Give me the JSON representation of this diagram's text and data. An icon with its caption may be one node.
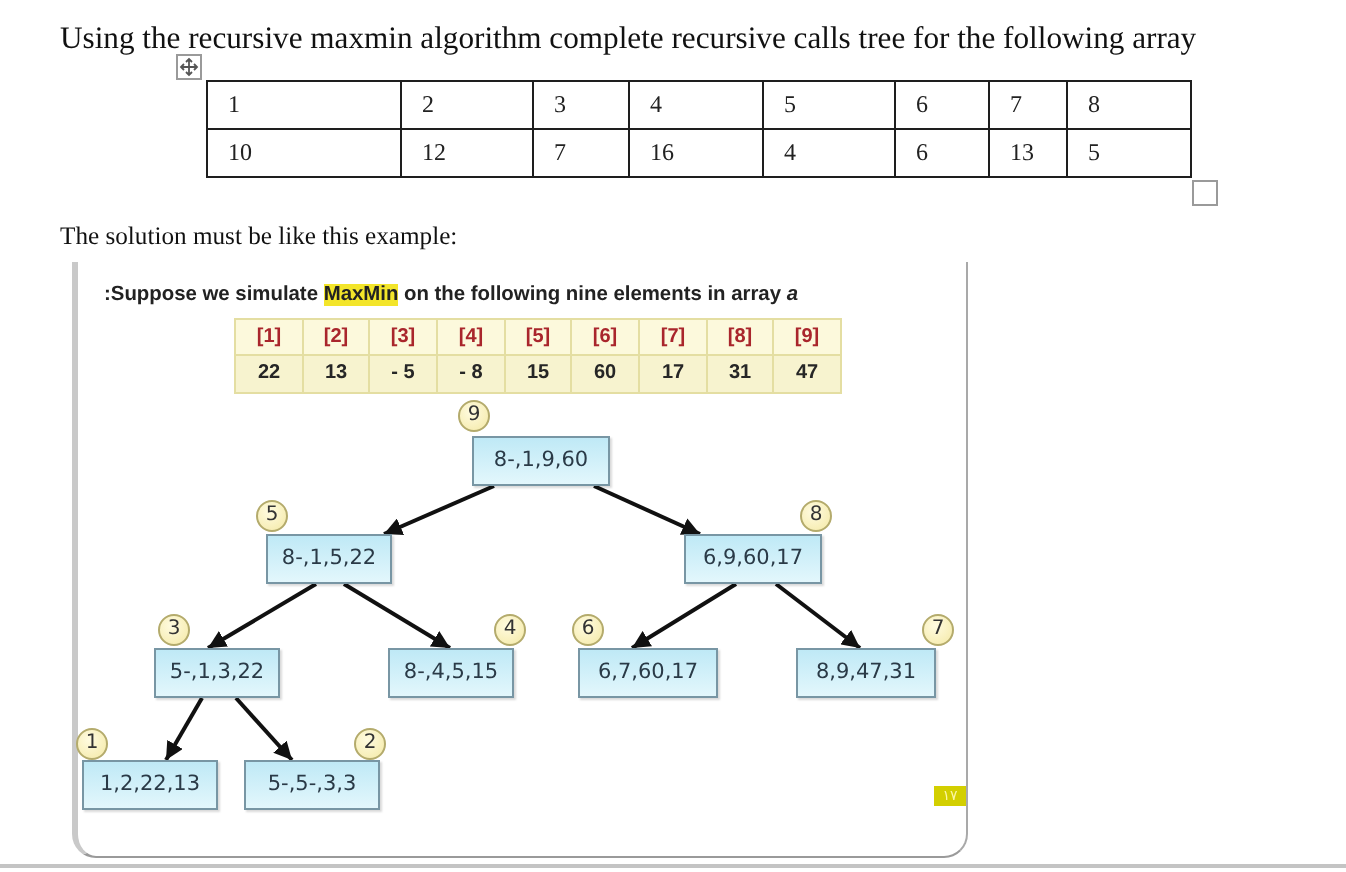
{
  "diagram": {
    "title": "Using the recursive maxmin algorithm complete recursive calls tree for the following array",
    "nodes": [
      {
        "text": [
          "8-,1,9,60"
        ],
        "beside": [
          "9"
        ]
      },
      {
        "text": [
          "8-,1,5,22"
        ],
        "beside": [
          "5"
        ]
      },
      {
        "text": [
          "6,9,60,17"
        ],
        "beside": [
          "8"
        ]
      },
      {
        "text": [
          "5-,1,3,22"
        ],
        "beside": [
          "3"
        ]
      },
      {
        "text": [
          "8-,4,5,15"
        ],
        "beside": [
          "4"
        ]
      },
      {
        "text": [
          "6,7,60,17"
        ],
        "beside": [
          "6"
        ]
      },
      {
        "text": [
          "8,9,47,31"
        ],
        "beside": [
          "7"
        ]
      },
      {
        "text": [
          "1,2,22,13"
        ],
        "beside": [
          "1"
        ]
      },
      {
        "text": [
          "5-,5-,3,3"
        ],
        "beside": [
          "2"
        ]
      }
    ],
    "edges": [
      {
        "from": 0,
        "to": 1,
        "arrow": "to"
      },
      {
        "from": 0,
        "to": 2,
        "arrow": "to"
      },
      {
        "from": 1,
        "to": 3,
        "arrow": "to"
      },
      {
        "from": 1,
        "to": 4,
        "arrow": "to"
      },
      {
        "from": 2,
        "to": 5,
        "arrow": "to"
      },
      {
        "from": 2,
        "to": 6,
        "arrow": "to"
      },
      {
        "from": 3,
        "to": 7,
        "arrow": "to"
      },
      {
        "from": 3,
        "to": 8,
        "arrow": "to"
      }
    ],
    "labels": [
      "1",
      "2",
      "3",
      "4",
      "5",
      "6",
      "7",
      "8",
      "10",
      "12",
      "7",
      "16",
      "4",
      "6",
      "13",
      "5",
      "The solution must be like this example:",
      ":Suppose we simulate **MaxMin** on the following nine elements in array *a*",
      "[1]",
      "[2]",
      "[3]",
      "[4]",
      "[5]",
      "[6]",
      "[7]",
      "[8]",
      "[9]",
      "22",
      "13",
      "- 5",
      "- 8",
      "15",
      "60",
      "17",
      "31",
      "47",
      "١٧"
    ]
  }
}
